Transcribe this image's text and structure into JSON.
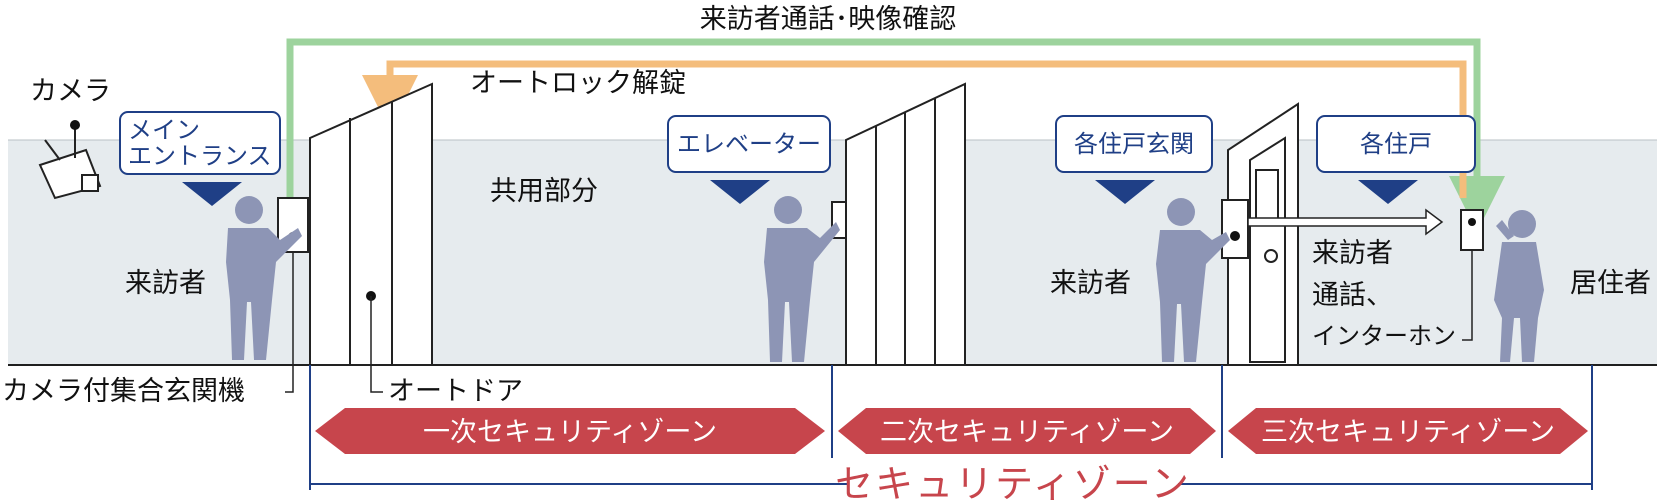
{
  "title": "来訪者通話･映像確認",
  "labels": {
    "camera": "カメラ",
    "autolock": "オートロック解錠",
    "common_area": "共用部分",
    "visitor_left": "来訪者",
    "visitor_right": "来訪者",
    "resident": "居住者",
    "entry_unit": "カメラ付集合玄関機",
    "auto_door": "オートドア",
    "intercom_line1": "来訪者",
    "intercom_line2": "通話、",
    "intercom_line3": "インターホン"
  },
  "tags": {
    "main_entrance_line1": "メイン",
    "main_entrance_line2": "エントランス",
    "elevator": "エレベーター",
    "unit_entrance": "各住戸玄関",
    "unit": "各住戸"
  },
  "zones": {
    "first": "一次セキュリティゾーン",
    "second": "二次セキュリティゾーン",
    "third": "三次セキュリティゾーン",
    "overall": "セキュリティゾーン"
  },
  "colors": {
    "green_line": "#9dd39d",
    "orange_line": "#f4bd7c",
    "zone_red": "#c7454c",
    "tag_blue": "#1f3f86",
    "figure": "#8d95b5",
    "wall": "#e6ebee"
  }
}
